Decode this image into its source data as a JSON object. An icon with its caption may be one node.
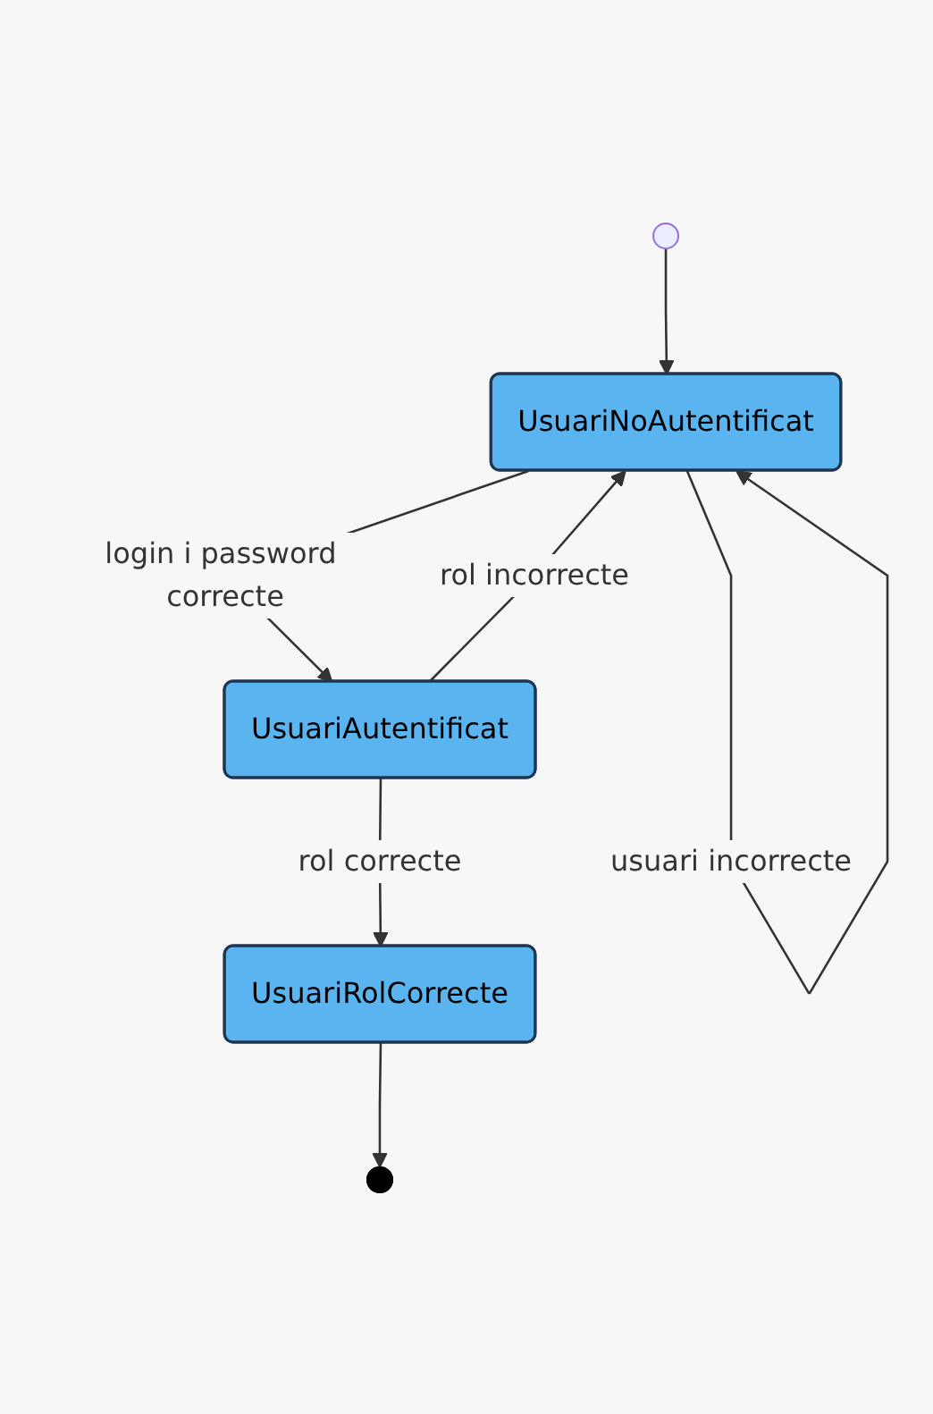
{
  "diagram": {
    "nodes": [
      {
        "text": [],
        "shape": "circle"
      },
      {
        "text": [
          "UsuariNoAutentificat"
        ]
      },
      {
        "text": [
          "UsuariAutentificat"
        ]
      },
      {
        "text": [
          "UsuariRolCorrecte"
        ]
      },
      {
        "text": [],
        "shape": "circle"
      }
    ],
    "edges": [
      {
        "from": 0,
        "to": 1,
        "arrow": "to"
      },
      {
        "from": 1,
        "to": 1,
        "label": "usuari incorrecte",
        "arrow": "to"
      },
      {
        "from": 1,
        "to": 2,
        "label": "login i password correcte",
        "arrow": "to"
      },
      {
        "from": 2,
        "to": 1,
        "label": "rol incorrecte",
        "arrow": "to"
      },
      {
        "from": 2,
        "to": 3,
        "label": "rol correcte",
        "arrow": "to"
      },
      {
        "from": 3,
        "to": 4,
        "arrow": "to"
      }
    ]
  }
}
